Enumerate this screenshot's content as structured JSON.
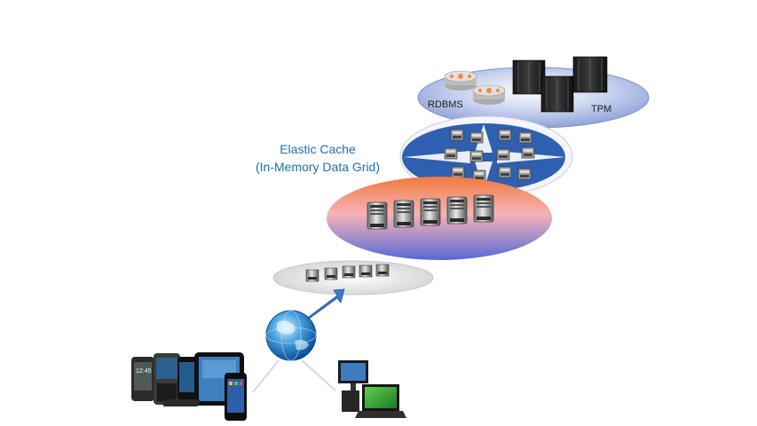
{
  "labels": {
    "rdbms": "RDBMS",
    "tpm": "TPM",
    "cache_title_line1": "Elastic Cache",
    "cache_title_line2": "(In-Memory Data Grid)"
  },
  "colors": {
    "top_disc": "#9fb0de",
    "grid_disc": "#2f5fb0",
    "cache_disc_top": "#e27b4a",
    "cache_disc_bottom": "#5a6fd0",
    "tier_disc": "#e9e9ea",
    "label_blue": "#1f6fb5",
    "arrow_blue": "#3a79c9"
  },
  "icons": [
    "router-icon",
    "mainframe-server-icon",
    "server-node-icon",
    "blade-server-icon",
    "globe-icon",
    "smartphone-icon",
    "tablet-icon",
    "desktop-computer-icon",
    "laptop-icon"
  ]
}
